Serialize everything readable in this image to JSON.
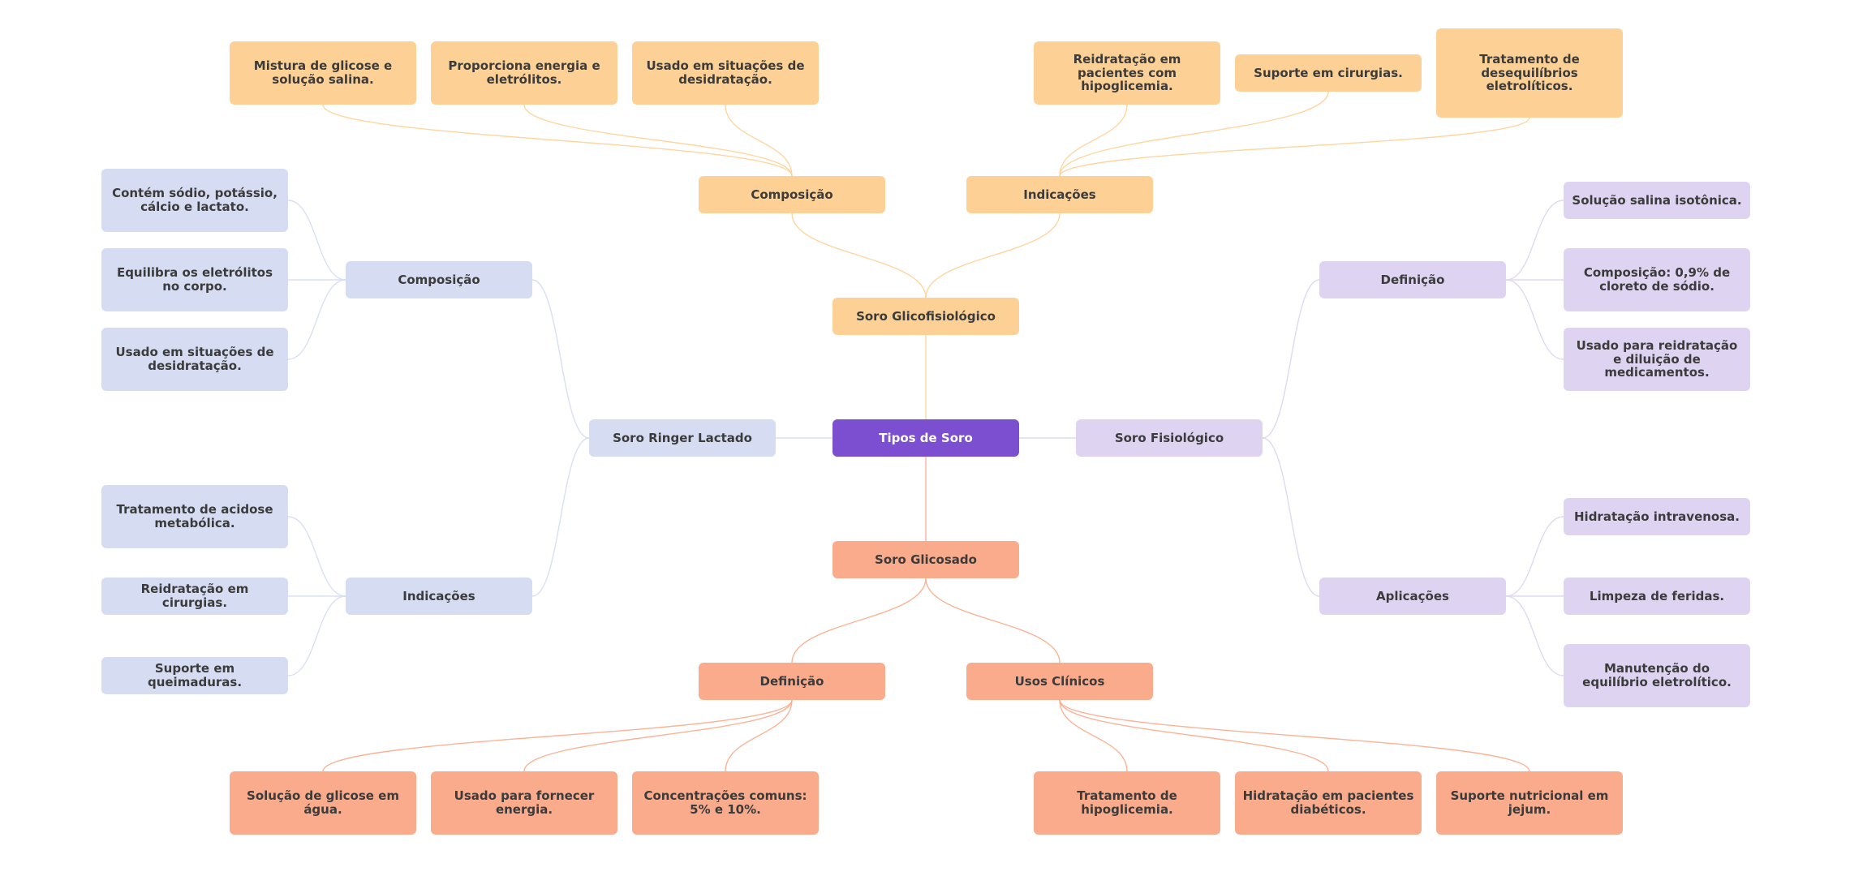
{
  "root": "Tipos de Soro",
  "colors": {
    "root": "#7c4fd0",
    "glicofisiologico": "#fdd196",
    "ringer": "#d6ddf2",
    "fisiologico": "#ded4f1",
    "glicosado": "#f9ab8b"
  },
  "glicofisiologico": {
    "label": "Soro Glicofisiológico",
    "composicao": {
      "label": "Composição",
      "items": [
        "Mistura de glicose e solução salina.",
        "Proporciona energia e eletrólitos.",
        "Usado em situações de desidratação."
      ]
    },
    "indicacoes": {
      "label": "Indicações",
      "items": [
        "Reidratação em pacientes com hipoglicemia.",
        "Suporte em cirurgias.",
        "Tratamento de desequilíbrios eletrolíticos."
      ]
    }
  },
  "ringer": {
    "label": "Soro Ringer Lactado",
    "composicao": {
      "label": "Composição",
      "items": [
        "Contém sódio, potássio, cálcio e lactato.",
        "Equilibra os eletrólitos no corpo.",
        "Usado em situações de desidratação."
      ]
    },
    "indicacoes": {
      "label": "Indicações",
      "items": [
        "Tratamento de acidose metabólica.",
        "Reidratação em cirurgias.",
        "Suporte em queimaduras."
      ]
    }
  },
  "fisiologico": {
    "label": "Soro Fisiológico",
    "definicao": {
      "label": "Definição",
      "items": [
        "Solução salina isotônica.",
        "Composição: 0,9% de cloreto de sódio.",
        "Usado para reidratação e diluição de medicamentos."
      ]
    },
    "aplicacoes": {
      "label": "Aplicações",
      "items": [
        "Hidratação intravenosa.",
        "Limpeza de feridas.",
        "Manutenção do equilíbrio eletrolítico."
      ]
    }
  },
  "glicosado": {
    "label": "Soro Glicosado",
    "definicao": {
      "label": "Definição",
      "items": [
        "Solução de glicose em água.",
        "Usado para fornecer energia.",
        "Concentrações comuns: 5% e 10%."
      ]
    },
    "usos": {
      "label": "Usos Clínicos",
      "items": [
        "Tratamento de hipoglicemia.",
        "Hidratação em pacientes diabéticos.",
        "Suporte nutricional em jejum."
      ]
    }
  }
}
